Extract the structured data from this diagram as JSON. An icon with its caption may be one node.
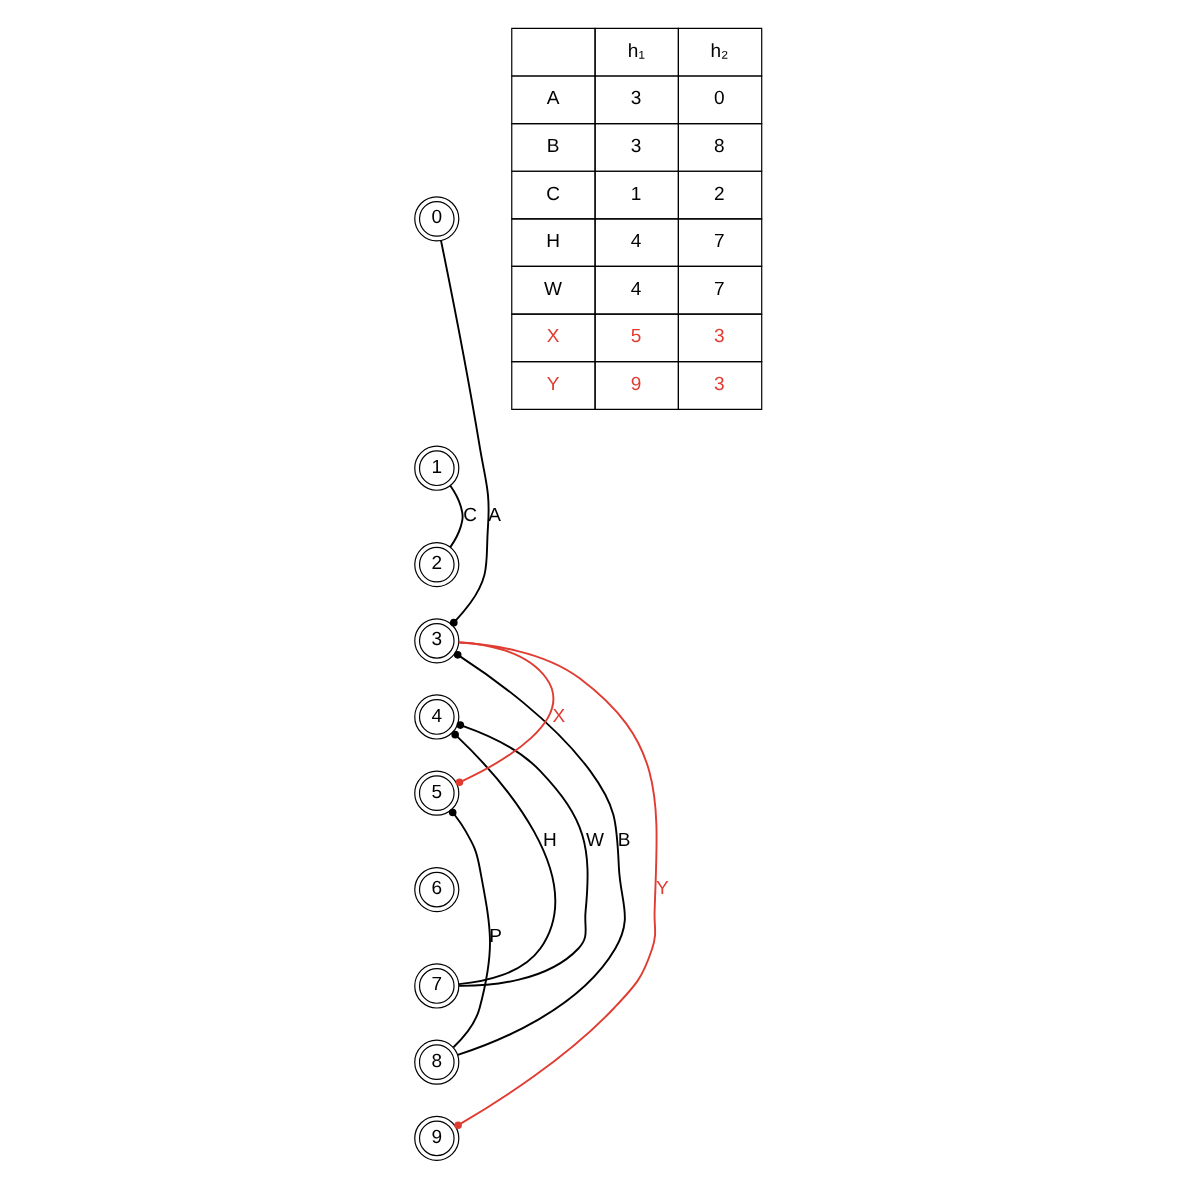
{
  "diagram": {
    "nodes": [
      {
        "text": [
          "0"
        ]
      },
      {
        "text": [
          "1"
        ]
      },
      {
        "text": [
          "2"
        ]
      },
      {
        "text": [
          "3"
        ]
      },
      {
        "text": [
          "4"
        ]
      },
      {
        "text": [
          "5"
        ]
      },
      {
        "text": [
          "6"
        ]
      },
      {
        "text": [
          "7"
        ]
      },
      {
        "text": [
          "8"
        ]
      },
      {
        "text": [
          "9"
        ]
      }
    ],
    "edges": [
      {
        "from": 3,
        "to": 0,
        "arrow": "other",
        "label": "A"
      },
      {
        "from": 1,
        "to": 2,
        "arrow": "none",
        "label": "C"
      },
      {
        "from": 3,
        "to": 8,
        "arrow": "other",
        "label": "B"
      },
      {
        "from": 4,
        "to": 7,
        "arrow": "other",
        "label": "H"
      },
      {
        "from": 4,
        "to": 7,
        "arrow": "other",
        "label": "W"
      },
      {
        "from": 5,
        "to": 8,
        "arrow": "other",
        "label": "P"
      },
      {
        "from": 5,
        "to": 3,
        "arrow": "other",
        "label": "X",
        "color": "#e03c31"
      },
      {
        "from": 9,
        "to": 3,
        "arrow": "other",
        "label": "Y",
        "color": "#e03c31"
      }
    ],
    "labels": [
      "h₁",
      "h₂",
      "A",
      "3",
      "0",
      "B",
      "3",
      "8",
      "C",
      "1",
      "2",
      "H",
      "4",
      "7",
      "W",
      "4",
      "7",
      "X",
      "5",
      "3",
      "Y",
      "9",
      "3"
    ]
  }
}
